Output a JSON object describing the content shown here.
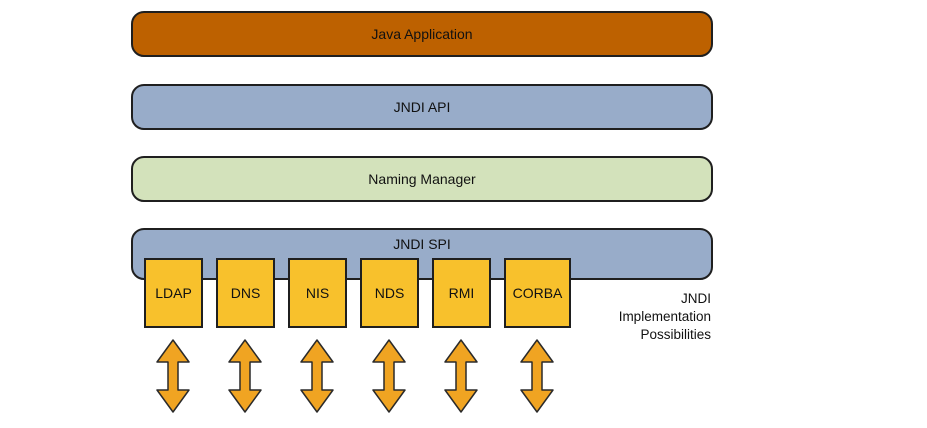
{
  "colors": {
    "application": "#bd6100",
    "api": "#98acc9",
    "naming_manager": "#d3e2bb",
    "spi": "#98acc9",
    "implementation": "#f8c12c",
    "arrow": "#f0a422"
  },
  "layers": {
    "application": "Java Application",
    "api": "JNDI API",
    "naming_manager": "Naming Manager",
    "spi": "JNDI SPI"
  },
  "implementations": [
    "LDAP",
    "DNS",
    "NIS",
    "NDS",
    "RMI",
    "CORBA"
  ],
  "caption": {
    "line1": "JNDI",
    "line2": "Implementation",
    "line3": "Possibilities"
  }
}
